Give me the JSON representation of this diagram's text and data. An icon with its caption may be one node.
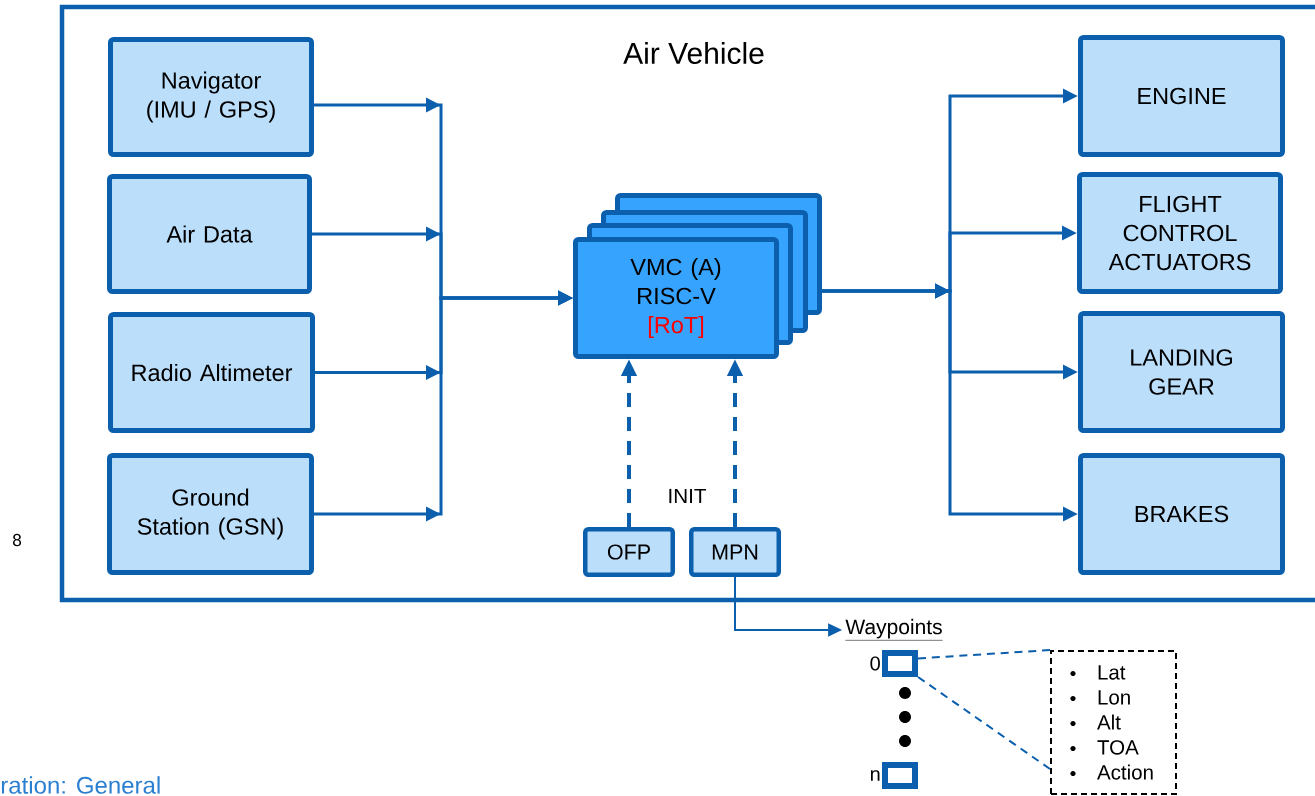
{
  "diagram": {
    "nodes": [
      {
        "text": [
          "Air Vehicle"
        ]
      },
      {
        "text": [
          "Navigator (IMU / GPS)"
        ],
        "in": 0
      },
      {
        "text": [
          "Air Data"
        ],
        "in": 0
      },
      {
        "text": [
          "Radio Altimeter"
        ],
        "in": 0
      },
      {
        "text": [
          "Ground Station (GSN)"
        ],
        "in": 0
      },
      {
        "text": [
          "VMC (A) RISC-V",
          "[RoT]"
        ],
        "in": 0
      },
      {
        "text": [
          "ENGINE"
        ],
        "in": 0
      },
      {
        "text": [
          "FLIGHT CONTROL ACTUATORS"
        ],
        "in": 0
      },
      {
        "text": [
          "LANDING GEAR"
        ],
        "in": 0
      },
      {
        "text": [
          "BRAKES"
        ],
        "in": 0
      },
      {
        "text": [
          "OFP"
        ],
        "in": 0
      },
      {
        "text": [
          "MPN"
        ],
        "in": 0
      },
      {
        "text": [
          "Waypoints"
        ]
      },
      {
        "text": [],
        "shape": "box",
        "beside": [
          "0"
        ]
      },
      {
        "text": [],
        "shape": "box",
        "beside": [
          "n"
        ]
      },
      {
        "text": [
          "Lat",
          "Lon",
          "Alt",
          "TOA",
          "Action"
        ]
      }
    ],
    "edges": [
      {
        "from": 1,
        "to": 5,
        "arrow": "to"
      },
      {
        "from": 2,
        "to": 5,
        "arrow": "to"
      },
      {
        "from": 3,
        "to": 5,
        "arrow": "to"
      },
      {
        "from": 4,
        "to": 5,
        "arrow": "to"
      },
      {
        "from": 5,
        "to": 6,
        "arrow": "to"
      },
      {
        "from": 5,
        "to": 7,
        "arrow": "to"
      },
      {
        "from": 5,
        "to": 8,
        "arrow": "to"
      },
      {
        "from": 5,
        "to": 9,
        "arrow": "to"
      },
      {
        "from": 10,
        "to": 5,
        "arrow": "to",
        "style": "dashed"
      },
      {
        "from": 11,
        "to": 5,
        "arrow": "to",
        "style": "dashed"
      },
      {
        "from": 11,
        "to": 12,
        "arrow": "to"
      },
      {
        "from": 13,
        "to": 15,
        "arrow": "none",
        "style": "dashed"
      },
      {
        "from": 13,
        "to": 15,
        "arrow": "none",
        "style": "dashed"
      }
    ],
    "labels": [
      "INIT",
      "8",
      "ration: General"
    ]
  }
}
